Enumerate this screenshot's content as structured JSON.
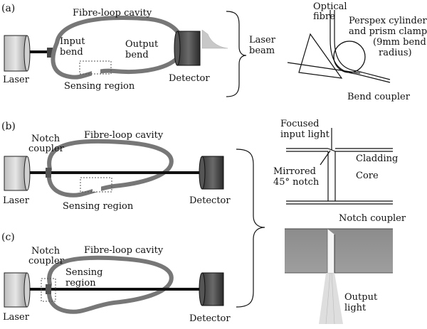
{
  "panels": {
    "a": {
      "tag": "(a)",
      "cavity": "Fibre-loop cavity",
      "input_bend": [
        "Input",
        "bend"
      ],
      "output_bend": [
        "Output",
        "bend"
      ],
      "sensing": "Sensing region",
      "laser": "Laser",
      "detector": "Detector",
      "laser_beam": [
        "Laser",
        "beam"
      ],
      "optical_fibre": [
        "Optical",
        "fibre"
      ],
      "perspex": [
        "Perspex cylinder",
        "and prism clamp",
        "(9mm bend",
        "radius)"
      ],
      "bend_coupler": "Bend coupler"
    },
    "b": {
      "tag": "(b)",
      "notch": [
        "Notch",
        "coupler"
      ],
      "cavity": "Fibre-loop cavity",
      "sensing": "Sensing region",
      "laser": "Laser",
      "detector": "Detector",
      "focused": [
        "Focused",
        "input light"
      ],
      "cladding": "Cladding",
      "core": "Core",
      "mirrored": [
        "Mirrored",
        "45° notch"
      ],
      "notch_coupler": "Notch coupler"
    },
    "c": {
      "tag": "(c)",
      "notch": [
        "Notch",
        "coupler"
      ],
      "cavity": "Fibre-loop cavity",
      "sensing": [
        "Sensing",
        "region"
      ],
      "laser": "Laser",
      "detector": "Detector",
      "output_light": [
        "Output",
        "light"
      ]
    }
  },
  "icons": {
    "laser": "cylinder-laser-icon",
    "detector": "cylinder-detector-icon",
    "decay": "ringdown-signal-icon",
    "prism": "prism-clamp-icon",
    "photo": "notch-photograph-icon"
  }
}
